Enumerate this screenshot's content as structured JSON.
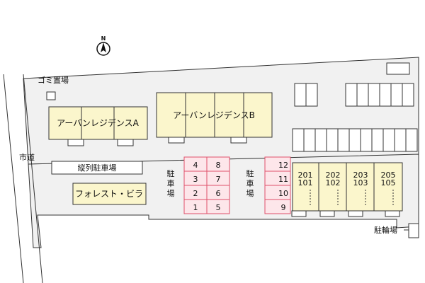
{
  "map": {
    "compass": "N",
    "garbage": "ゴミ置場",
    "city_road": "市道",
    "residence_a": "アーバンレジデンスA",
    "residence_b": "アーバンレジデンスB",
    "tandem_parking": "縦列駐車場",
    "forest_villa": "フォレスト・ビラ",
    "parking_label_1": "駐\n車\n場",
    "parking_label_2": "駐\n車\n場",
    "bicycle_parking": "駐輪場",
    "lot1_spaces": [
      "4",
      "8",
      "3",
      "7",
      "2",
      "6",
      "1",
      "5"
    ],
    "lot2_spaces": [
      "12",
      "11",
      "10",
      "9"
    ],
    "units": [
      {
        "upper": "201",
        "lower": "101"
      },
      {
        "upper": "202",
        "lower": "102"
      },
      {
        "upper": "203",
        "lower": "103"
      },
      {
        "upper": "205",
        "lower": "105"
      }
    ],
    "colors": {
      "building_fill": "#fbf6cc",
      "parking_stroke": "#e0506a",
      "parking_fill": "#fde6ea",
      "site_fill": "#f1f1f1"
    }
  }
}
